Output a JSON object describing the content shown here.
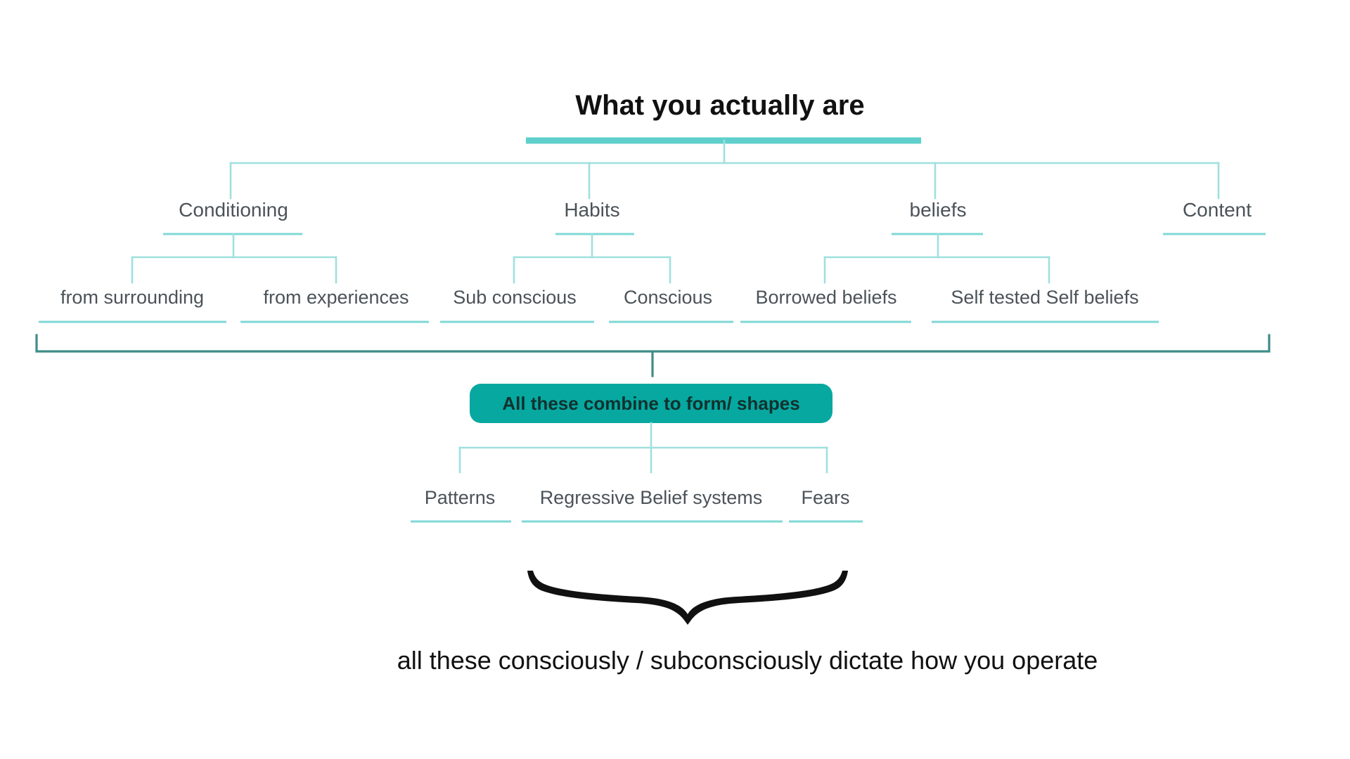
{
  "diagram": {
    "title": "What you actually are",
    "accent_light": "#9fe0de",
    "accent_underline": "#7fd8d5",
    "accent_rule": "#5ecfcb",
    "accent_dark": "#3f8c87",
    "box_fill": "#07a8a0",
    "text_color": "#4b5358",
    "title_color": "#111111",
    "level1": [
      {
        "label": "Conditioning"
      },
      {
        "label": "Habits"
      },
      {
        "label": "beliefs"
      },
      {
        "label": "Content"
      }
    ],
    "leaves": [
      {
        "label": "from surrounding",
        "parent": "Conditioning"
      },
      {
        "label": "from  experiences",
        "parent": "Conditioning"
      },
      {
        "label": "Sub conscious",
        "parent": "Habits"
      },
      {
        "label": "Conscious",
        "parent": "Habits"
      },
      {
        "label": "Borrowed beliefs",
        "parent": "beliefs"
      },
      {
        "label": "Self tested Self beliefs",
        "parent": "beliefs"
      }
    ],
    "combine_box": {
      "label": "All these combine to form/ shapes"
    },
    "outcomes": [
      {
        "label": "Patterns"
      },
      {
        "label": "Regressive Belief systems"
      },
      {
        "label": "Fears"
      }
    ],
    "caption": "all these consciously / subconsciously dictate how you operate"
  }
}
